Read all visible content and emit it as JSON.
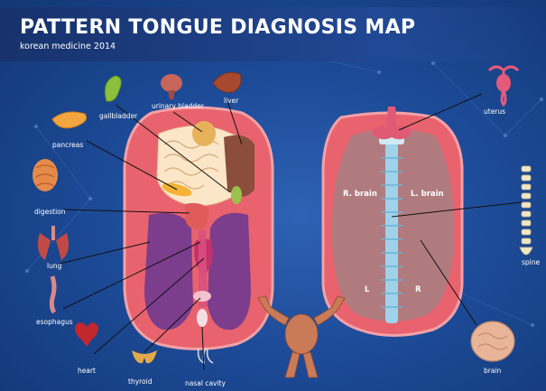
{
  "header": {
    "title": "PATTERN TONGUE DIAGNOSIS MAP",
    "subtitle": "korean medicine 2014"
  },
  "labels": {
    "gallbladder": "gallbladder",
    "urinary_bladder": "urinary bladder",
    "liver": "liver",
    "pancreas": "pancreas",
    "digestion": "digestion",
    "lung": "lung",
    "esophagus": "esophagus",
    "heart": "heart",
    "thyroid": "thyroid",
    "nasal_cavity": "nasal cavity",
    "uterus": "uterus",
    "spine": "spine",
    "brain": "brain"
  },
  "right_tongue": {
    "r_brain": "R. brain",
    "l_brain": "L. brain",
    "l": "L",
    "r": "R"
  },
  "colors": {
    "background": "#1d4b98",
    "tongue": "#e8636e",
    "lung_zone": "#7b3d8c",
    "brain_zone": "#b07b7f",
    "spine": "#9fd3ea",
    "leader_line": "#111111"
  }
}
